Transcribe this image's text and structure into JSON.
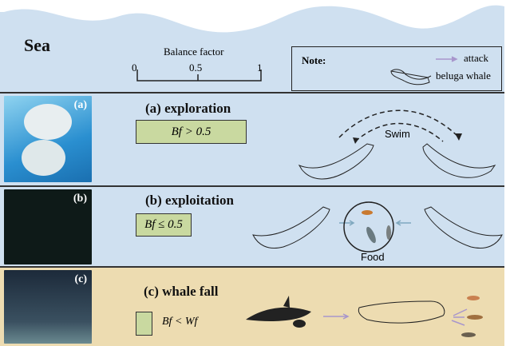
{
  "header": {
    "title": "Sea",
    "scale_title": "Balance factor",
    "scale_ticks": [
      "0",
      "0.5",
      "1"
    ]
  },
  "note": {
    "title": "Note:",
    "attack_label": "attack",
    "whale_label": "beluga whale"
  },
  "sections": [
    {
      "tag": "(a)",
      "title": "(a) exploration",
      "condition": "Bf > 0.5",
      "caption": "Swim"
    },
    {
      "tag": "(b)",
      "title": "(b) exploitation",
      "condition": "Bf ≤ 0.5",
      "caption": "Food"
    },
    {
      "tag": "(c)",
      "title": "(c) whale fall",
      "condition": "Bf < Wf"
    }
  ],
  "colors": {
    "sea": "#cfe0f0",
    "seabed": "#eddcb1",
    "box": "#c9d9a0",
    "attack_arrow": "#a896cc",
    "food_arrow": "#7fa8bf"
  }
}
